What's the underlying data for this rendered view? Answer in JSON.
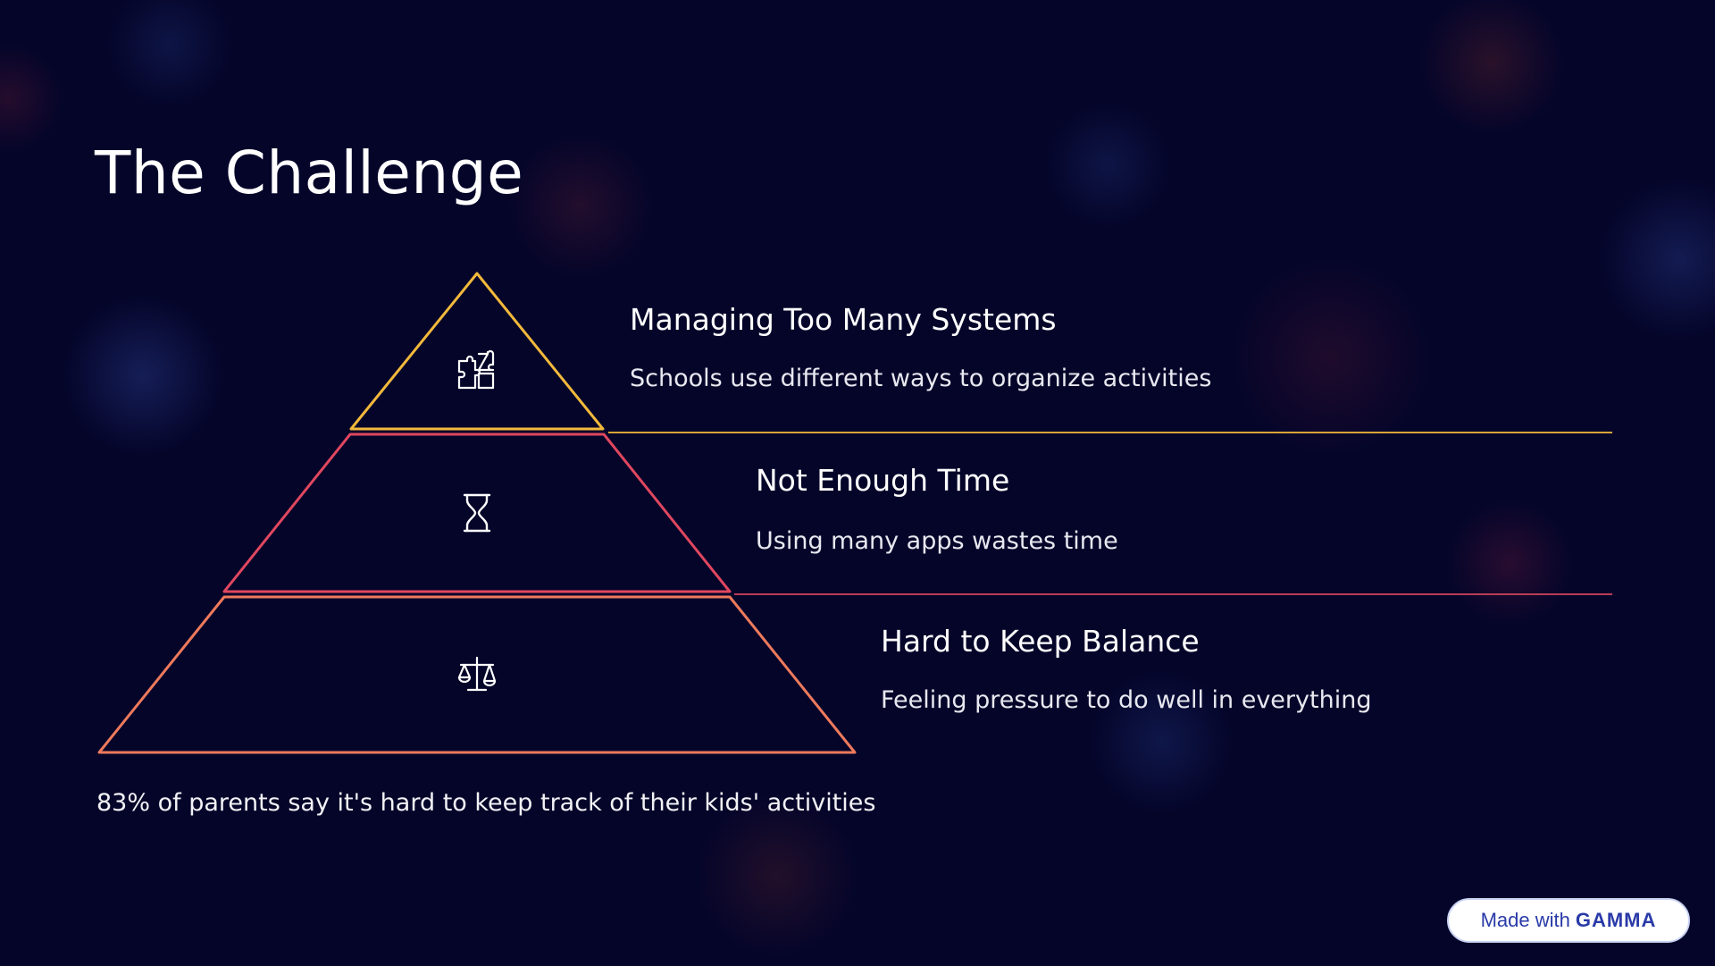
{
  "slide": {
    "title": "The Challenge",
    "layers": [
      {
        "icon": "puzzle-icon",
        "heading": "Managing Too Many Systems",
        "description": "Schools use different ways to organize activities",
        "color": "#f2b93b"
      },
      {
        "icon": "hourglass-icon",
        "heading": "Not Enough Time",
        "description": "Using many apps wastes time",
        "color": "#e0475f"
      },
      {
        "icon": "balance-scale-icon",
        "heading": "Hard to Keep Balance",
        "description": "Feeling pressure to do well in everything",
        "color": "#ee7a5c"
      }
    ],
    "footnote": "83% of parents say it's hard to keep track of their kids' activities"
  },
  "badge": {
    "prefix": "Made with",
    "brand": "GAMMA"
  },
  "colors": {
    "background": "#05052a",
    "text": "#ffffff",
    "badge_text": "#2a3aa8"
  }
}
